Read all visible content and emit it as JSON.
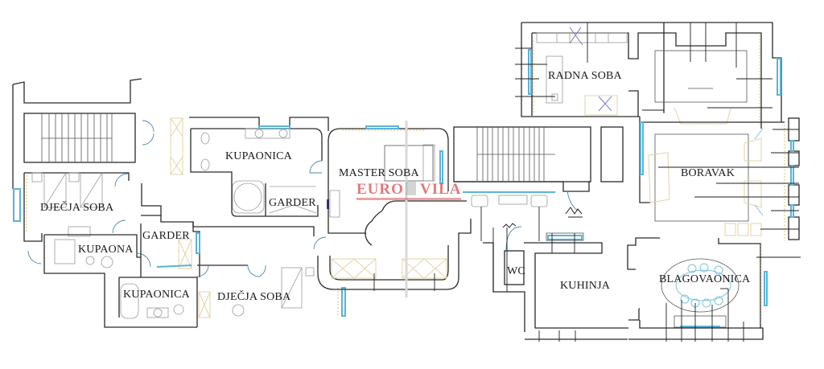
{
  "plan": {
    "type": "apartment-floor-plan",
    "watermark": {
      "left": "EURO",
      "right": "VILA"
    },
    "rooms": [
      {
        "id": "djecja-soba-1",
        "label": "DJEČJA SOBA"
      },
      {
        "id": "kupaona",
        "label": "KUPAONA"
      },
      {
        "id": "garder-1",
        "label": "GARDER"
      },
      {
        "id": "kupaonica-1",
        "label": "KUPAONICA"
      },
      {
        "id": "kupaonica-2",
        "label": "KUPAONICA"
      },
      {
        "id": "garder-2",
        "label": "GARDER"
      },
      {
        "id": "djecja-soba-2",
        "label": "DJEČJA SOBA"
      },
      {
        "id": "master-soba",
        "label": "MASTER SOBA"
      },
      {
        "id": "radna-soba",
        "label": "RADNA SOBA"
      },
      {
        "id": "boravak",
        "label": "BORAVAK"
      },
      {
        "id": "wc",
        "label": "WC"
      },
      {
        "id": "kuhinja",
        "label": "KUHINJA"
      },
      {
        "id": "blagovaonica",
        "label": "BLAGOVAONICA"
      }
    ],
    "colors": {
      "walls": "#2a2a2a",
      "windows": "#5ab4d6",
      "curtains": "#e6d49a",
      "furniture": "#9a9a9a",
      "watermark": "#d64646"
    }
  }
}
